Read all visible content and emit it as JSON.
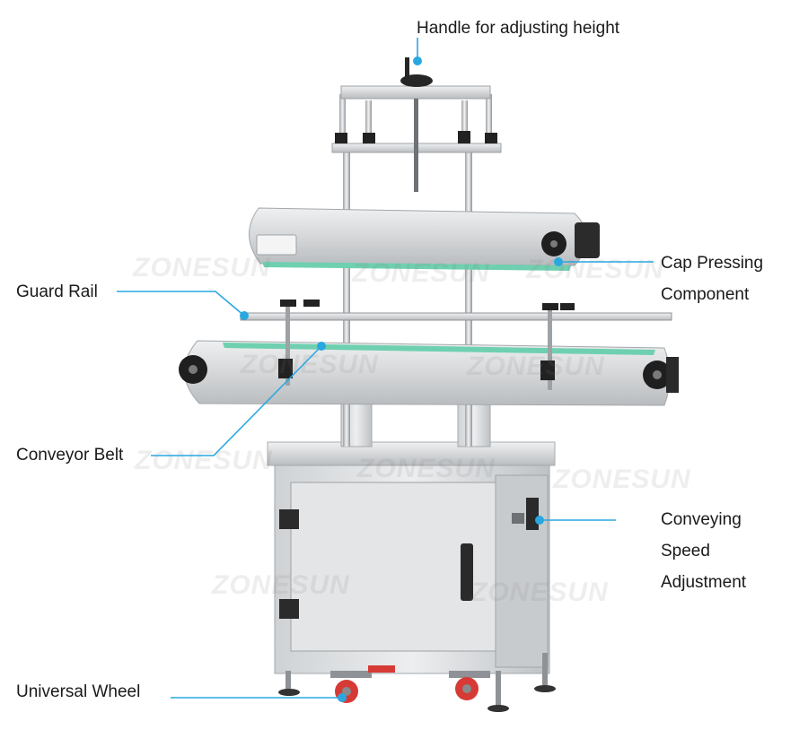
{
  "callouts": {
    "handle": "Handle for adjusting height",
    "cap_line1": "Cap Pressing",
    "cap_line2": "Component",
    "guard_rail": "Guard Rail",
    "conveyor_belt": "Conveyor Belt",
    "speed_line1": "Conveying",
    "speed_line2": "Speed",
    "speed_line3": "Adjustment",
    "wheel": "Universal Wheel"
  },
  "watermark": "ZONESUN",
  "colors": {
    "callout_line": "#29a8e0",
    "steel": "#d4d6d8",
    "belt": "#6fd0b0",
    "dark": "#222222",
    "caster_red": "#d63a35"
  }
}
